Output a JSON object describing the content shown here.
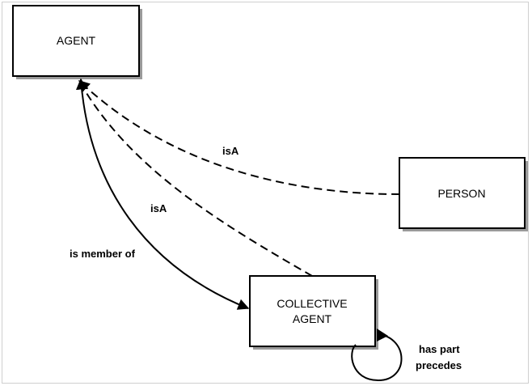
{
  "nodes": {
    "agent": "AGENT",
    "person": "PERSON",
    "collective_agent_line1": "COLLECTIVE",
    "collective_agent_line2": "AGENT"
  },
  "edges": {
    "person_isA": "isA",
    "collective_isA": "isA",
    "member_of": "is member of",
    "self_loop_line1": "has part",
    "self_loop_line2": "precedes"
  }
}
